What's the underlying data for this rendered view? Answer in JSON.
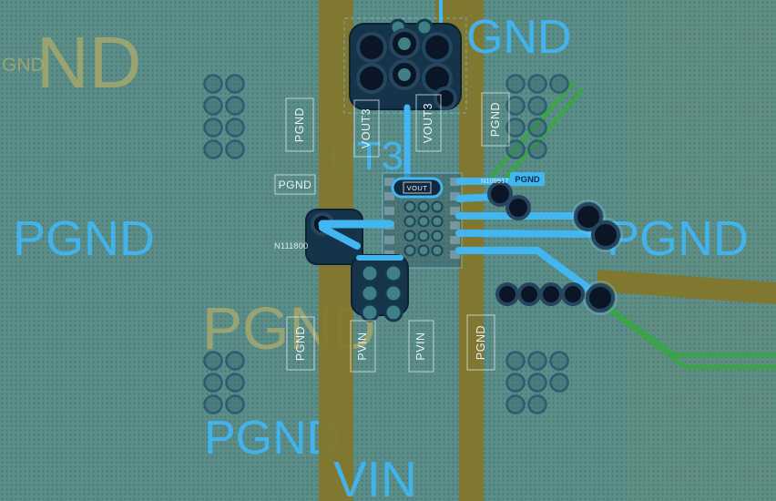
{
  "app": {
    "type": "pcb-layout-viewer"
  },
  "colors": {
    "board_background": "#5b8d89",
    "plane_label_olive": "#a8aa6e",
    "net_label_blue": "#41b6f1",
    "trace_olive": "#837629",
    "trace_green": "#3da24c",
    "trace_blue": "#41b6f1",
    "component_body": "#153449",
    "pad_dark": "#0a1626",
    "thermal_via_teal": "#3e8086",
    "label_white": "#eaf2f5"
  },
  "plane_labels": {
    "top_left_large": "ND",
    "top_left_small": "GND",
    "top_right": "GND",
    "mid_left": "PGND",
    "mid_right": "PGND",
    "center_olive": "PGND",
    "center_partial": "UT3",
    "bottom_left": "PGND",
    "bottom_center": "VIN"
  },
  "net_labels": {
    "top_row": [
      "PGND",
      "VOUT3",
      "VOUT3",
      "PGND"
    ],
    "bottom_row": [
      "PGND",
      "PVIN",
      "PVIN",
      "PGND"
    ],
    "mid_left_box": "PGND",
    "mid_right_box": "PGND",
    "ic_center": "VOUT",
    "net_name_left": "N111800",
    "net_name_right": "N109917"
  }
}
